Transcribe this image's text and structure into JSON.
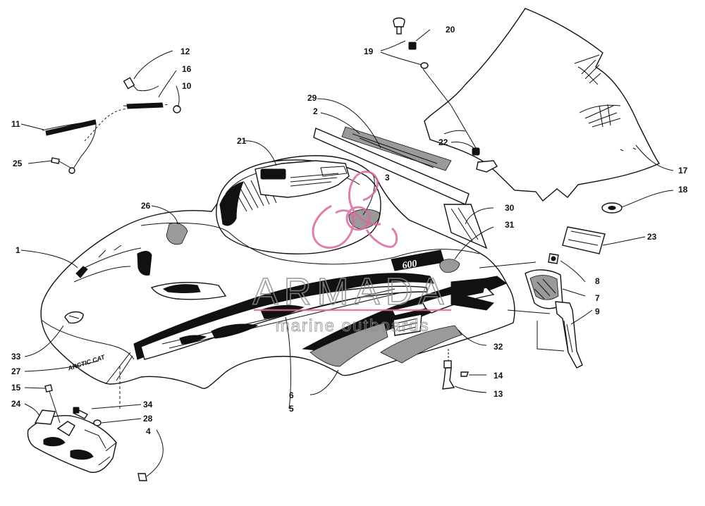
{
  "callouts": [
    "1",
    "2",
    "3",
    "4",
    "5",
    "6",
    "7",
    "8",
    "9",
    "10",
    "11",
    "12",
    "13",
    "14",
    "15",
    "16",
    "17",
    "18",
    "19",
    "20",
    "21",
    "22",
    "23",
    "24",
    "25",
    "26",
    "27",
    "28",
    "29",
    "30",
    "31",
    "32",
    "33",
    "34"
  ],
  "decal_text": {
    "brand": "ARCTIC CAT",
    "model": "600"
  },
  "watermark": {
    "title": "ARMADA",
    "subtitle": "marine outboards",
    "color": "#d86aa0"
  }
}
